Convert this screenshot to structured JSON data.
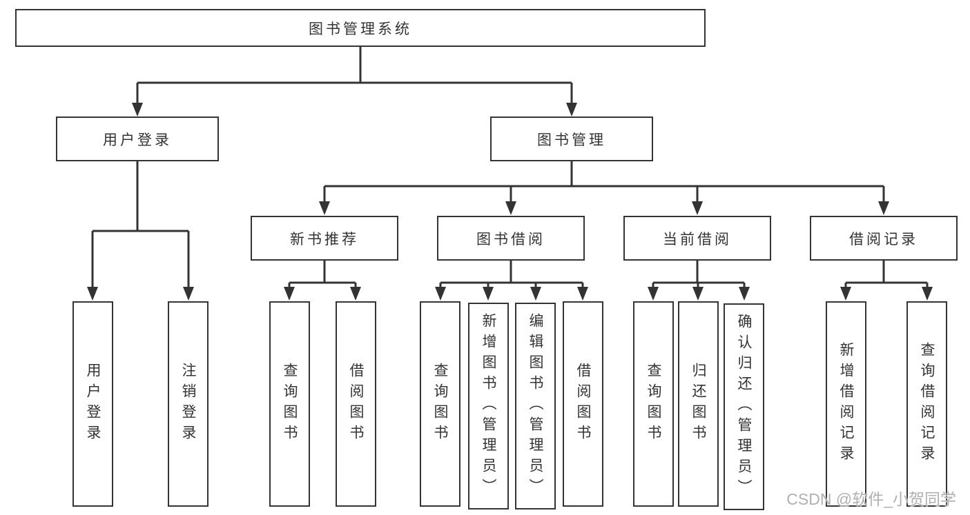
{
  "tree": {
    "root": {
      "label": "图书管理系统"
    },
    "children": [
      {
        "label": "用户登录",
        "children": [
          {
            "label": "用户登录"
          },
          {
            "label": "注销登录"
          }
        ]
      },
      {
        "label": "图书管理",
        "children": [
          {
            "label": "新书推荐",
            "children": [
              {
                "label": "查询图书"
              },
              {
                "label": "借阅图书"
              }
            ]
          },
          {
            "label": "图书借阅",
            "children": [
              {
                "label": "查询图书"
              },
              {
                "label": "新增图书（管理员）"
              },
              {
                "label": "编辑图书（管理员）"
              },
              {
                "label": "借阅图书"
              }
            ]
          },
          {
            "label": "当前借阅",
            "children": [
              {
                "label": "查询图书"
              },
              {
                "label": "归还图书"
              },
              {
                "label": "确认归还（管理员）"
              }
            ]
          },
          {
            "label": "借阅记录",
            "children": [
              {
                "label": "新增借阅记录"
              },
              {
                "label": "查询借阅记录"
              }
            ]
          }
        ]
      }
    ]
  },
  "watermark": {
    "text": "CSDN @软件_小贺同学"
  },
  "colors": {
    "line": "#333333",
    "text": "#333333",
    "box_fill": "#ffffff",
    "watermark": "#a5a5a5"
  }
}
